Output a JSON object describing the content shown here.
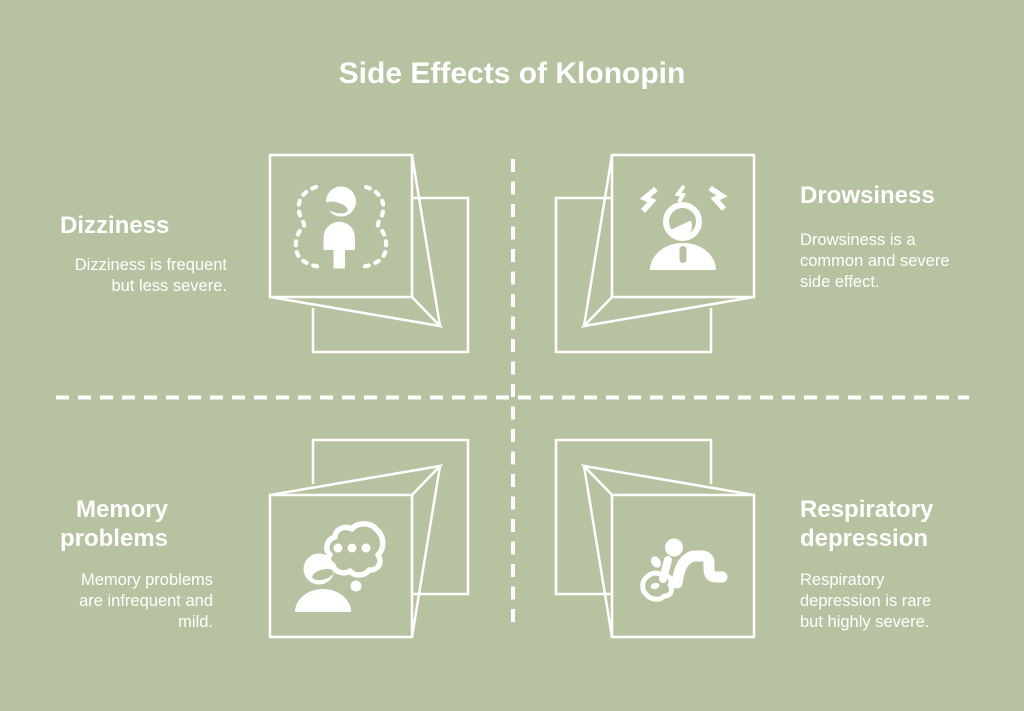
{
  "title": "Side Effects of Klonopin",
  "colors": {
    "background": "#b7c2a0",
    "foreground": "#ffffff"
  },
  "quadrants": [
    {
      "id": "dizziness",
      "heading": "Dizziness",
      "body": "Dizziness is frequent\nbut less severe.",
      "icon": "dizzy-person-icon"
    },
    {
      "id": "drowsiness",
      "heading": "Drowsiness",
      "body": "Drowsiness is a\ncommon and severe\nside effect.",
      "icon": "yawning-person-icon"
    },
    {
      "id": "memory-problems",
      "heading": "Memory\nproblems",
      "body": "Memory problems\nare infrequent and\nmild.",
      "icon": "thinking-person-icon"
    },
    {
      "id": "respiratory-depression",
      "heading": "Respiratory\ndepression",
      "body": "Respiratory\ndepression is rare\nbut highly severe.",
      "icon": "crawling-person-icon"
    }
  ]
}
